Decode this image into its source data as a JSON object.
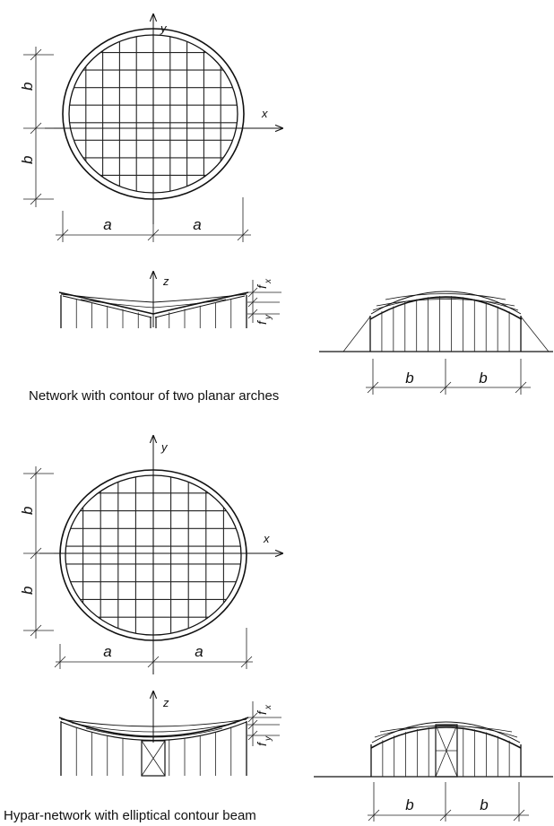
{
  "diagram1": {
    "caption": "Network with contour of two planar arches",
    "plan": {
      "axis_x": "x",
      "axis_y": "y",
      "dim_a_left": "a",
      "dim_a_right": "a",
      "dim_b_top": "b",
      "dim_b_bottom": "b"
    },
    "elevation_x": {
      "axis_z": "z",
      "label_fx": "f",
      "label_fx_sub": "x",
      "label_fy": "f",
      "label_fy_sub": "y"
    },
    "elevation_y": {
      "dim_b_left": "b",
      "dim_b_right": "b"
    }
  },
  "diagram2": {
    "caption": "Hypar-network with elliptical contour beam",
    "plan": {
      "axis_x": "x",
      "axis_y": "y",
      "dim_a_left": "a",
      "dim_a_right": "a",
      "dim_b_top": "b",
      "dim_b_bottom": "b"
    },
    "elevation_x": {
      "axis_z": "z",
      "label_fx": "f",
      "label_fx_sub": "x",
      "label_fy": "f",
      "label_fy_sub": "y"
    },
    "elevation_y": {
      "dim_b_left": "b",
      "dim_b_right": "b"
    }
  }
}
